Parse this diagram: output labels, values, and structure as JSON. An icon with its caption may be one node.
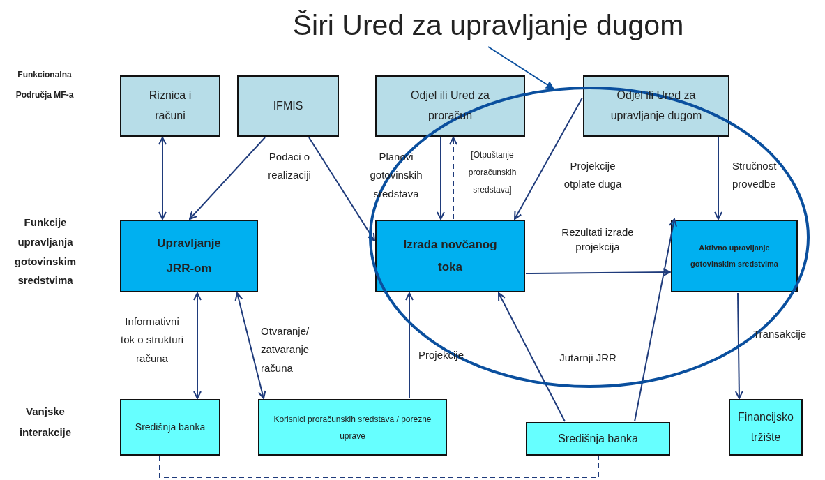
{
  "diagram": {
    "nodes": [
      {
        "text": [
          "Riznica i računi"
        ]
      },
      {
        "text": [
          "IFMIS"
        ]
      },
      {
        "text": [
          "Odjel ili Ured za proračun"
        ]
      },
      {
        "text": [
          "Odjel ili Ured za upravljanje dugom"
        ]
      },
      {
        "text": [
          "Upravljanje JRR-om"
        ]
      },
      {
        "text": [
          "Izrada novčanog toka"
        ]
      },
      {
        "text": [
          "Aktivno upravljanje gotovinskim sredstvima"
        ]
      },
      {
        "text": [
          "Središnja banka"
        ]
      },
      {
        "text": [
          "Korisnici proračunskih sredstava / porezne uprave"
        ]
      },
      {
        "text": [
          "Središnja banka"
        ]
      },
      {
        "text": [
          "Financijsko tržište"
        ]
      },
      {
        "text": [
          "Širi Ured za upravljanje dugom"
        ]
      }
    ],
    "edges": [
      {
        "from": 0,
        "to": 4,
        "arrow": "both"
      },
      {
        "from": 1,
        "to": 4,
        "arrow": "to"
      },
      {
        "from": 1,
        "to": 5,
        "arrow": "to",
        "label": "Podaci o realizaciji"
      },
      {
        "from": 2,
        "to": 5,
        "arrow": "to",
        "label": "Planovi gotovinskih sredstava"
      },
      {
        "from": 5,
        "to": 2,
        "arrow": "to",
        "style": "dashed",
        "label": "[Otpuštanje proračunskih sredstava]"
      },
      {
        "from": 3,
        "to": 5,
        "arrow": "to",
        "label": "Projekcije otplate duga"
      },
      {
        "from": 3,
        "to": 6,
        "arrow": "to",
        "label": "Stručnost provedbe"
      },
      {
        "from": 5,
        "to": 6,
        "arrow": "to",
        "label": "Rezultati izrade projekcija"
      },
      {
        "from": 4,
        "to": 7,
        "arrow": "both",
        "label": "Informativni tok o strukturi računa"
      },
      {
        "from": 4,
        "to": 8,
        "arrow": "both",
        "label": "Otvaranje/ zatvaranje računa"
      },
      {
        "from": 8,
        "to": 5,
        "arrow": "to",
        "label": "Projekcije"
      },
      {
        "from": 9,
        "to": 5,
        "arrow": "to"
      },
      {
        "from": 9,
        "to": 6,
        "arrow": "to",
        "label": "Jutarnji JRR"
      },
      {
        "from": 6,
        "to": 10,
        "arrow": "to",
        "label": "Transakcije"
      },
      {
        "from": 7,
        "to": 9,
        "arrow": "none",
        "style": "dashed"
      },
      {
        "from": 11,
        "to": null,
        "arrow": "to"
      }
    ],
    "labels": [
      "Funkcionalna Područja MF-a",
      "Funkcije upravljanja gotovinskim sredstvima",
      "Vanjske interakcije"
    ]
  }
}
